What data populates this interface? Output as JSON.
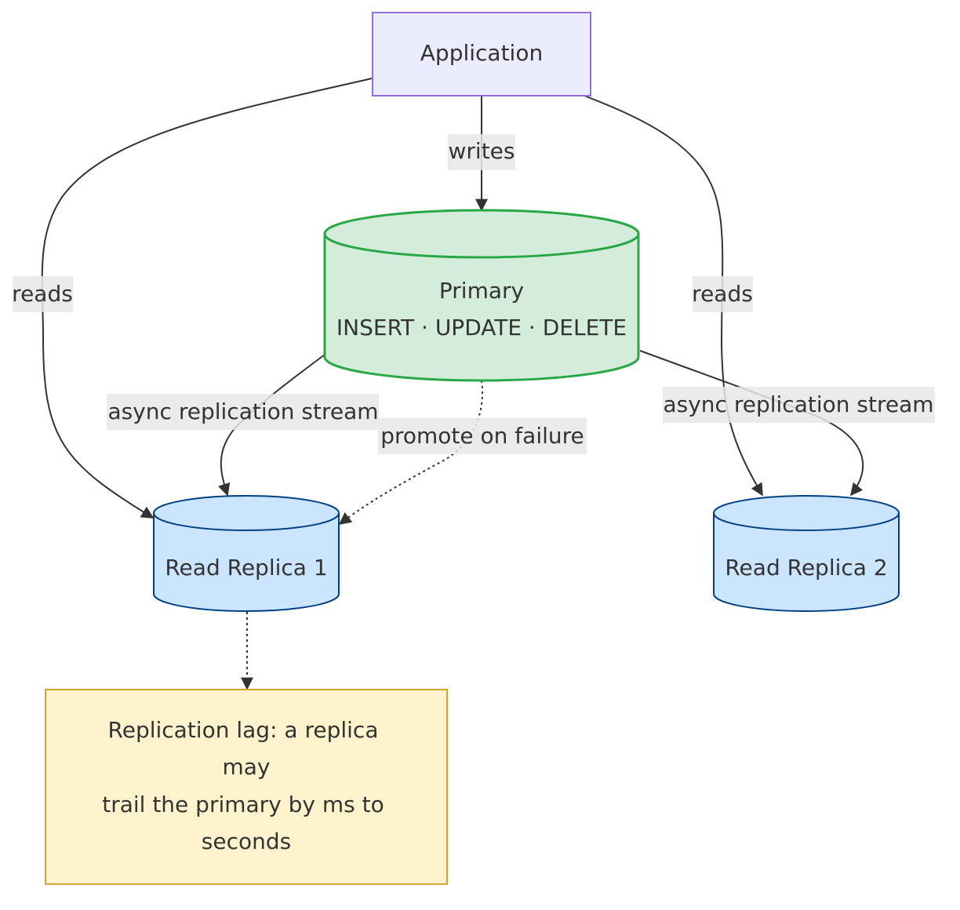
{
  "nodes": {
    "application": {
      "label": "Application"
    },
    "primary": {
      "title": "Primary",
      "subtitle": "INSERT · UPDATE · DELETE"
    },
    "replica1": {
      "label": "Read Replica 1"
    },
    "replica2": {
      "label": "Read Replica 2"
    },
    "note": {
      "lines": [
        "Replication lag: a replica",
        "may",
        "trail the primary by ms to",
        "seconds"
      ]
    }
  },
  "edges": {
    "writes": "writes",
    "reads_left": "reads",
    "reads_right": "reads",
    "replication_left": "async replication stream",
    "replication_right": "async replication stream",
    "promote": "promote on failure"
  },
  "colors": {
    "application_fill": "#ececff",
    "application_stroke": "#9370db",
    "primary_fill": "#d4edda",
    "primary_stroke": "#28a745",
    "replica_fill": "#cce5ff",
    "replica_stroke": "#004085",
    "note_fill": "#fff3cd",
    "note_stroke": "#d4a72c",
    "edge": "#333333",
    "label_bg": "#e8e8e8"
  }
}
